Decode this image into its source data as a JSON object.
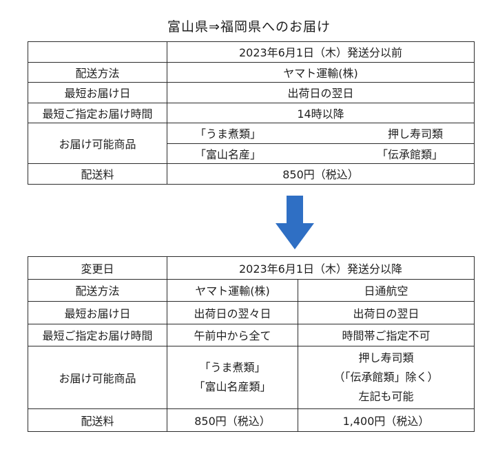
{
  "title": "富山県⇒福岡県へのお届け",
  "before": {
    "header": "2023年6月1日（木）発送分以前",
    "rows": [
      {
        "label": "配送方法",
        "value": "ヤマト運輸(株)"
      },
      {
        "label": "最短お届け日",
        "value": "出荷日の翌日"
      },
      {
        "label": "最短ご指定お届け時間",
        "value": "14時以降"
      }
    ],
    "products_label": "お届け可能商品",
    "products": [
      [
        "「うま煮類」",
        "押し寿司類"
      ],
      [
        "「富山名産」",
        "「伝承館類」"
      ]
    ],
    "fee_label": "配送料",
    "fee": "850円（税込）"
  },
  "after": {
    "change_date_label": "変更日",
    "header": "2023年6月1日（木）発送分以降",
    "method_label": "配送方法",
    "carriers": [
      "ヤマト運輸(株)",
      "日通航空"
    ],
    "earliest_label": "最短お届け日",
    "earliest": [
      "出荷日の翌々日",
      "出荷日の翌日"
    ],
    "time_label": "最短ご指定お届け時間",
    "time": [
      "午前中から全て",
      "時間帯ご指定不可"
    ],
    "products_label": "お届け可能商品",
    "products_yamato": [
      "「うま煮類」",
      "「富山名産類」"
    ],
    "products_nittsu": [
      "押し寿司類",
      "（「伝承館類」除く）",
      "左記も可能"
    ],
    "fee_label": "配送料",
    "fee": [
      "850円（税込）",
      "1,400円（税込）"
    ]
  },
  "colors": {
    "arrow": "#2f6fc4",
    "border": "#2a2a2a"
  },
  "icons": {
    "arrow": "down-arrow-icon"
  }
}
